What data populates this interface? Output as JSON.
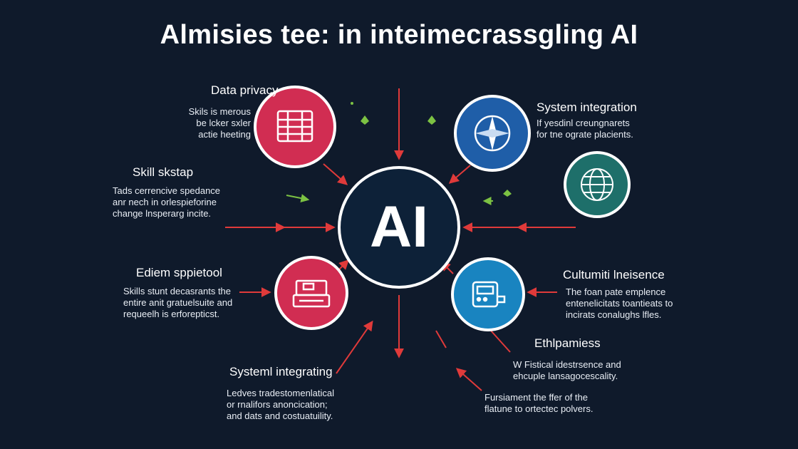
{
  "title": "Almisies tee: in inteimecrassgling AI",
  "center": {
    "label": "AI"
  },
  "nodes": {
    "data_privacy": {
      "heading": "Data privacy",
      "lines": [
        "Skils is merous",
        "be lcker sxler",
        "actie heeting"
      ],
      "icon": "document-grid-icon",
      "color": "#d12d52"
    },
    "skill_skstap": {
      "heading": "Skill skstap",
      "lines": [
        "Tads cerrencive spedance",
        "anr nech in orlespieforine",
        "change lnsperarg incite."
      ]
    },
    "ediem_spipetool": {
      "heading": "Ediem sppietool",
      "lines": [
        "Skills stunt decasrants the",
        "entire anit gratuelsuite and",
        "requeelh is erforepticst."
      ],
      "icon": "cash-register-icon",
      "color": "#d12d52"
    },
    "system_integrating": {
      "heading": "Systeml integrating",
      "lines": [
        "Ledves tradestomenlatical",
        "or rnalifors anoncication;",
        "and dats and costuatuility."
      ]
    },
    "system_integration": {
      "heading": "System integration",
      "lines": [
        "If yesdinl creungnarets",
        "for tne ograte placients."
      ],
      "icon": "compass-icon",
      "color": "#1f5ea8"
    },
    "globe": {
      "icon": "globe-icon",
      "color": "#1e6f6a"
    },
    "cultumiti": {
      "heading": "Cultumiti lneisence",
      "lines": [
        "The foan pate emplence",
        "entenelicitats toantieats to",
        "incirats conalughs lfles."
      ],
      "icon": "device-icon",
      "color": "#1984c0"
    },
    "ethlpamiess": {
      "heading": "Ethlpamiess",
      "lines": [
        "W Fistical idestrsence and",
        "ehcuple lansagocescality."
      ]
    },
    "fursiament": {
      "lines": [
        "Fursiament the ffer of the",
        "flatune to ortectec polvers."
      ]
    }
  },
  "colors": {
    "background": "#0f1a2b",
    "arrow": "#e03a3a",
    "accent_green": "#7cc243",
    "center_fill": "#0d2138"
  }
}
